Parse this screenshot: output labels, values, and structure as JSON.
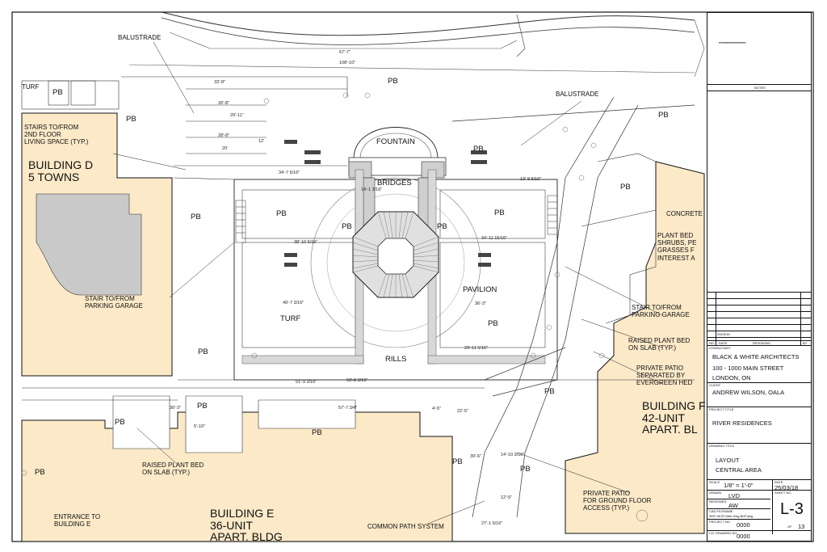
{
  "drawing": {
    "labels": {
      "balustrade_1": "BALUSTRADE",
      "balustrade_2": "BALUSTRADE",
      "turf_1": "TURF",
      "turf_2": "TURF",
      "fountain": "FOUNTAIN",
      "bridges": "BRIDGES",
      "pavilion": "PAVILION",
      "rills": "RILLS",
      "stairs_2nd_floor": "STAIRS TO/FROM\n2ND FLOOR\nLIVING SPACE (TYP.)",
      "building_d": "BUILDING D\n5 TOWNS",
      "stair_parking_1": "STAIR TO/FROM\nPARKING GARAGE",
      "stair_parking_2": "STAIR TO/FROM\nPARKING GARAGE",
      "concrete": "CONCRETE",
      "plant_bed": "PLANT BED\nSHRUBS, PE\nGRASSES F\nINTEREST A",
      "raised_bed_1": "RAISED PLANT BED\nON SLAB (TYP.)",
      "raised_bed_2": "RAISED PLANT BED\nON SLAB (TYP.)",
      "private_patio_hedge": "PRIVATE PATIO\nSEPARATED BY\nEVERGREEN HED",
      "building_f": "BUILDING F\n42-UNIT\nAPART. BL",
      "private_patio_ground": "PRIVATE PATIO\nFOR GROUND FLOOR\nACCESS (TYP.)",
      "common_path": "COMMON PATH SYSTEM",
      "entrance_e": "ENTRANCE TO\nBUILDING E",
      "building_e": "BUILDING E\n36-UNIT\nAPART. BLDG"
    },
    "pb_label": "PB",
    "dimensions": [
      "67'-7\"",
      "108'-10\"",
      "33'-8\"",
      "26'-8\"",
      "29'-11\"",
      "28'-8\"",
      "20'",
      "12'",
      "34'-7 5/16\"",
      "14'-1 3/16\"",
      "38'-10 5/16\"",
      "49'-7 3/16\"",
      "93'-8 3/16\"",
      "51'-9 3/16\"",
      "57'-7 3/4\"",
      "29'-11 5/16\"",
      "34'-11 15/16\"",
      "36'-3\"",
      "13'-9 5/16\"",
      "30'-3\"",
      "22'-5\"",
      "39'-6\"",
      "12'-5\"",
      "14'-10 3/16\"",
      "27'-1 5/16\"",
      "4'-5\"",
      "5'-10\""
    ]
  },
  "title_block": {
    "notes_heading": "NOTES",
    "rev_date": "29/03/18",
    "rev_headers": {
      "no": "NO.",
      "date": "DATE",
      "revisions": "REVISIONS",
      "by": "BY"
    },
    "consultant_heading": "CONSULTANT",
    "consultant_name": "BLACK & WHITE ARCHITECTS",
    "consultant_address": "100 - 1000 MAIN STREET",
    "consultant_city": "LONDON, ON",
    "client_heading": "CLIENT",
    "client_name": "ANDREW WILSON, OALA",
    "project_heading": "PROJECT TITLE",
    "project_name": "RIVER RESIDENCES",
    "drawing_heading": "DRAWING TITLE",
    "drawing_title_1": "LAYOUT",
    "drawing_title_2": "CENTRAL AREA",
    "scale_label": "SCALE",
    "scale_value": "1/8\" = 1'-0\"",
    "date_label": "DATE",
    "date_value": "25/03/18",
    "drawn_label": "DRAWN",
    "drawn_value": "LVD",
    "sheet_label": "SHEET NO.",
    "reviewed_label": "REVIEWED",
    "reviewed_value": "AW",
    "sheet_number": "L-3",
    "cad_label": "CAD FILENAME",
    "cad_value": "3597 MCR Web Dwg BnP.dwg",
    "project_no_label": "PROJECT NO.",
    "project_no_value": "0000",
    "drawing_no_label": "CO. DRAWING NO.",
    "drawing_no_value": "0000",
    "of_label": "OF",
    "of_value": "13"
  },
  "colors": {
    "building_fill": "#fbe9c8",
    "line": "#111111",
    "paving": "#d8d8d8",
    "pad_gray": "#c8c8c8"
  }
}
